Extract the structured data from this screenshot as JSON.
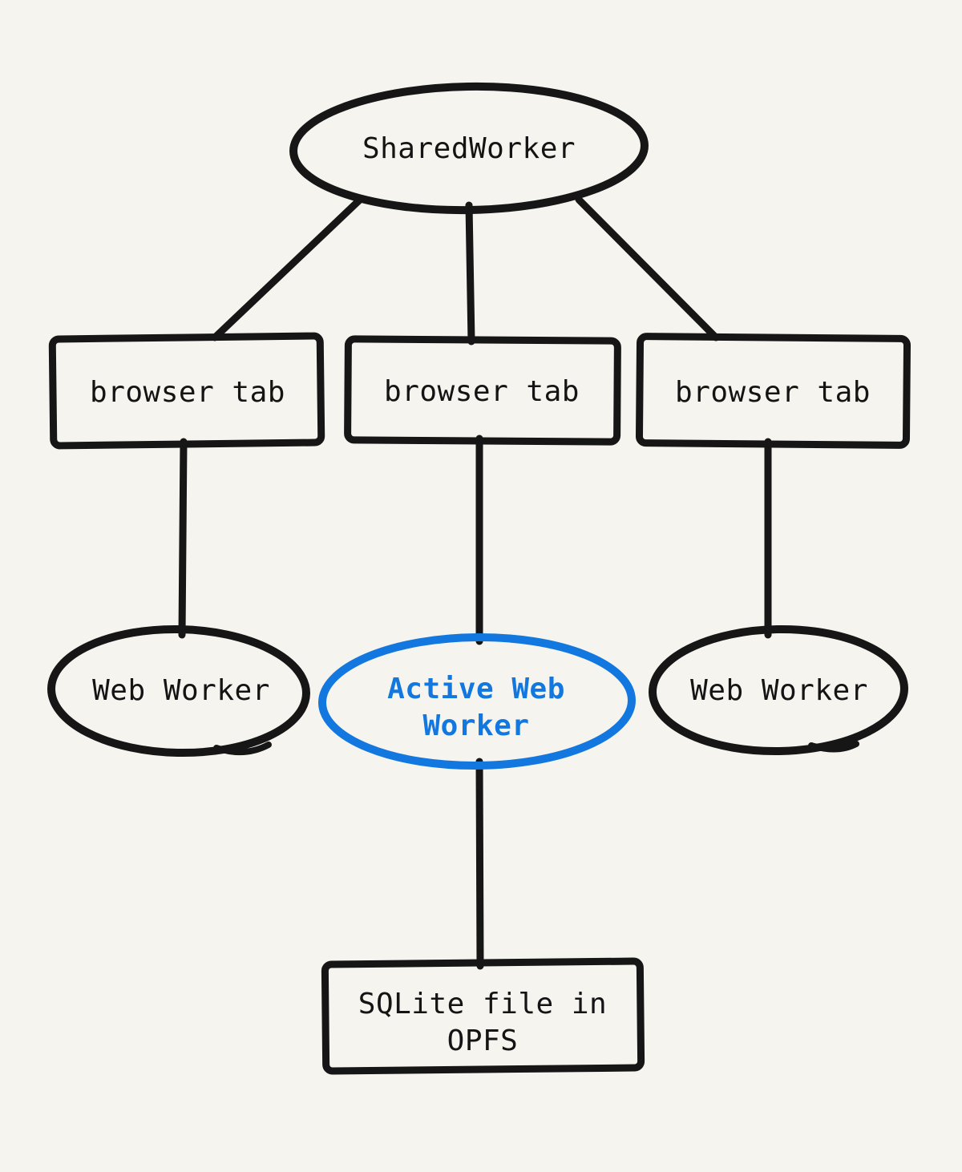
{
  "diagram": {
    "background_color": "#f6f4ef",
    "line_color": "#161616",
    "accent_color": "#1278e0",
    "nodes": [
      {
        "id": "shared-worker",
        "label": "SharedWorker",
        "shape": "ellipse",
        "color": "#161616"
      },
      {
        "id": "browser-tab-left",
        "label": "browser tab",
        "shape": "rectangle",
        "color": "#161616"
      },
      {
        "id": "browser-tab-middle",
        "label": "browser tab",
        "shape": "rectangle",
        "color": "#161616"
      },
      {
        "id": "browser-tab-right",
        "label": "browser tab",
        "shape": "rectangle",
        "color": "#161616"
      },
      {
        "id": "web-worker-left",
        "label": "Web Worker",
        "shape": "ellipse",
        "color": "#161616"
      },
      {
        "id": "active-web-worker",
        "label": "Active Web Worker",
        "shape": "ellipse",
        "color": "#1278e0"
      },
      {
        "id": "web-worker-right",
        "label": "Web Worker",
        "shape": "ellipse",
        "color": "#161616"
      },
      {
        "id": "sqlite-opfs",
        "label": "SQLite file in OPFS",
        "shape": "rectangle",
        "color": "#161616"
      }
    ],
    "edges": [
      {
        "from": "shared-worker",
        "to": "browser-tab-left"
      },
      {
        "from": "shared-worker",
        "to": "browser-tab-middle"
      },
      {
        "from": "shared-worker",
        "to": "browser-tab-right"
      },
      {
        "from": "browser-tab-left",
        "to": "web-worker-left"
      },
      {
        "from": "browser-tab-middle",
        "to": "active-web-worker"
      },
      {
        "from": "browser-tab-right",
        "to": "web-worker-right"
      },
      {
        "from": "active-web-worker",
        "to": "sqlite-opfs"
      }
    ]
  }
}
